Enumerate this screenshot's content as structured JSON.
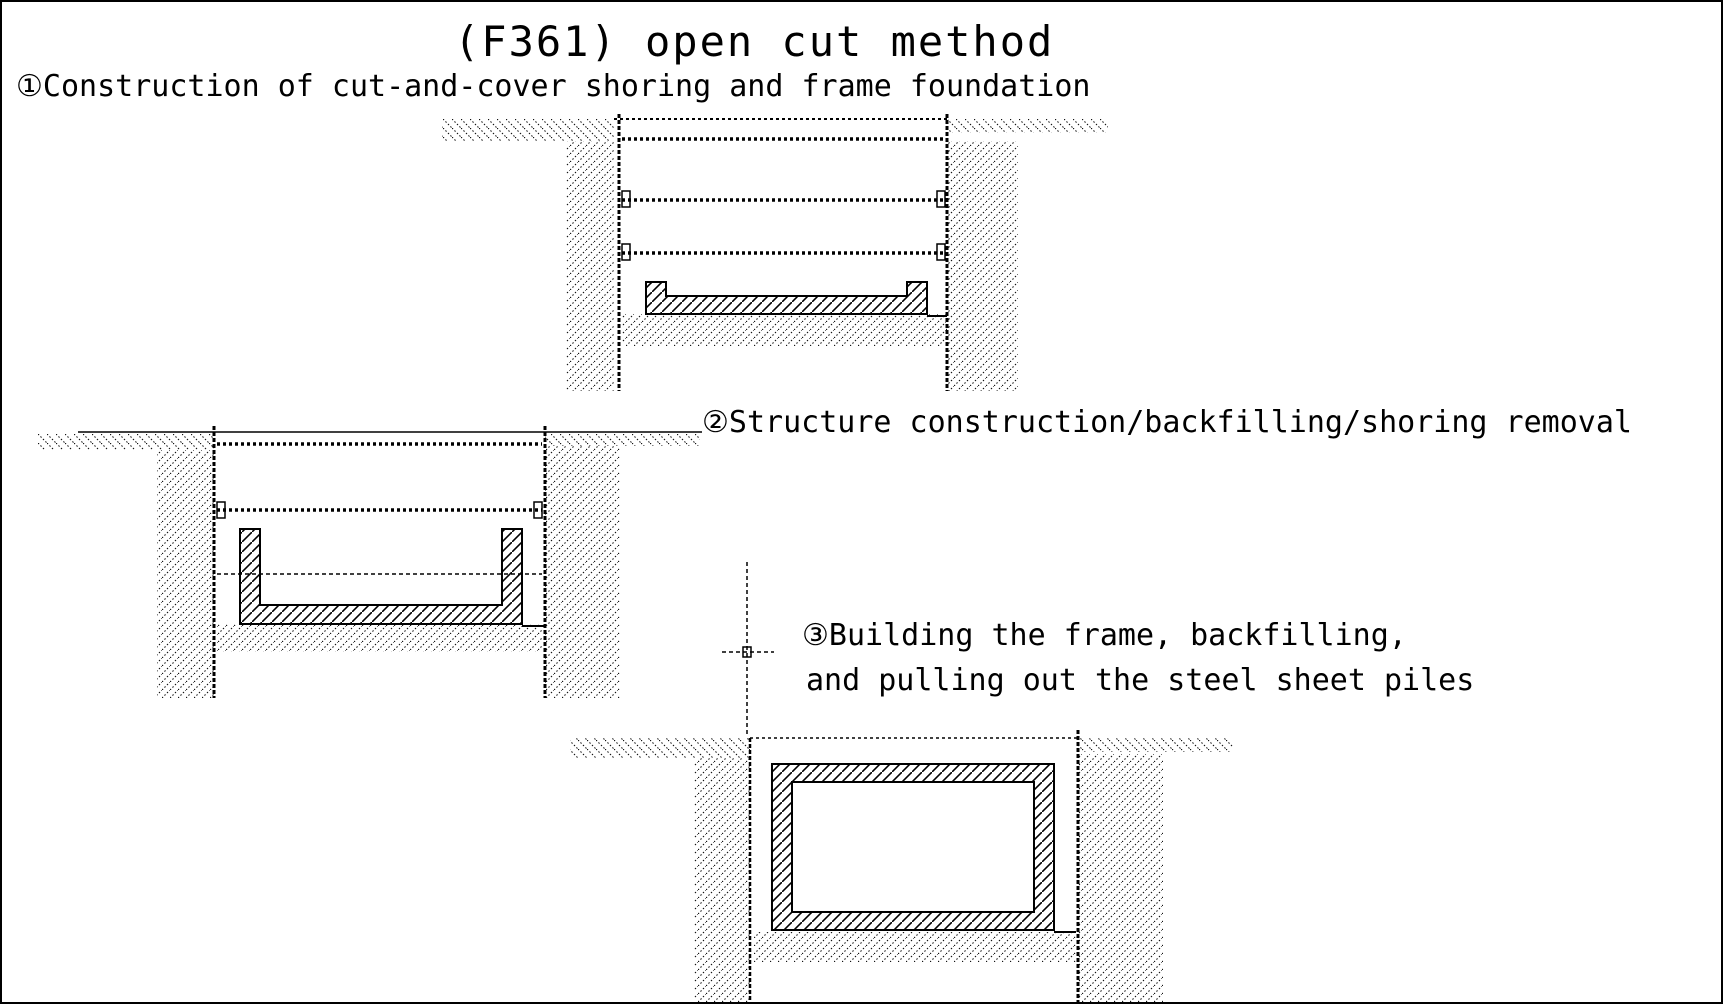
{
  "title": "(F361) open cut method",
  "steps": [
    {
      "label": "①Construction of cut-and-cover shoring and frame foundation"
    },
    {
      "label": "②Structure construction/backfilling/shoring removal"
    },
    {
      "label_line1": "③Building the frame, backfilling,",
      "label_line2": "and pulling out the steel sheet piles"
    }
  ],
  "colors": {
    "line": "#000000",
    "background": "#ffffff"
  }
}
